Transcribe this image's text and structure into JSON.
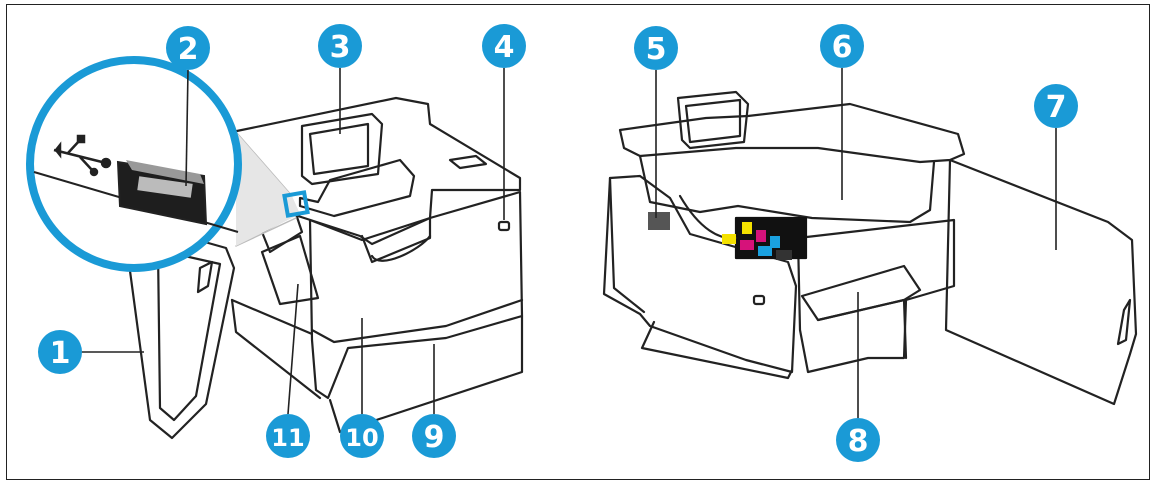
{
  "diagram": {
    "accent_color": "#1a9ad6",
    "line_color": "#222222",
    "callouts": [
      {
        "id": "1",
        "label": "1"
      },
      {
        "id": "2",
        "label": "2"
      },
      {
        "id": "3",
        "label": "3"
      },
      {
        "id": "4",
        "label": "4"
      },
      {
        "id": "5",
        "label": "5"
      },
      {
        "id": "6",
        "label": "6"
      },
      {
        "id": "7",
        "label": "7"
      },
      {
        "id": "8",
        "label": "8"
      },
      {
        "id": "9",
        "label": "9"
      },
      {
        "id": "10",
        "label": "10"
      },
      {
        "id": "11",
        "label": "11"
      }
    ],
    "icons": {
      "usb": "usb-icon"
    }
  }
}
